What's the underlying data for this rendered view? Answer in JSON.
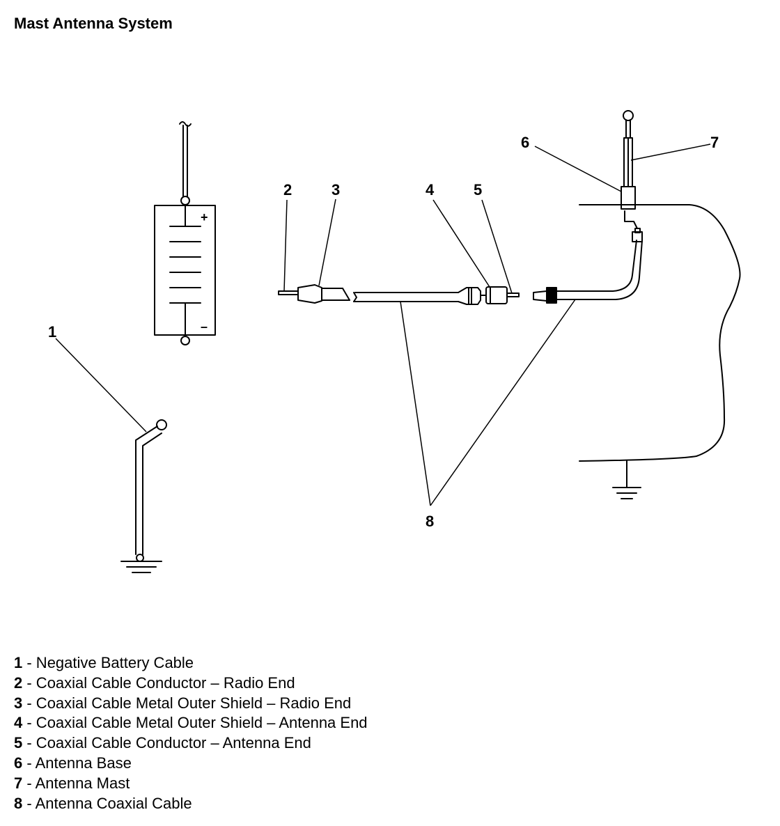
{
  "title": "Mast Antenna System",
  "diagram": {
    "callouts": [
      "1",
      "2",
      "3",
      "4",
      "5",
      "6",
      "7",
      "8"
    ],
    "battery_signs": {
      "positive": "+",
      "negative": "–"
    }
  },
  "legend": [
    {
      "num": "1",
      "text": " - Negative Battery Cable"
    },
    {
      "num": "2",
      "text": " - Coaxial Cable Conductor – Radio End"
    },
    {
      "num": "3",
      "text": " - Coaxial Cable Metal Outer Shield – Radio End"
    },
    {
      "num": "4",
      "text": " - Coaxial Cable Metal Outer Shield – Antenna End"
    },
    {
      "num": "5",
      "text": " - Coaxial Cable Conductor – Antenna End"
    },
    {
      "num": "6",
      "text": " - Antenna Base"
    },
    {
      "num": "7",
      "text": " - Antenna Mast"
    },
    {
      "num": "8",
      "text": " - Antenna Coaxial Cable"
    }
  ]
}
